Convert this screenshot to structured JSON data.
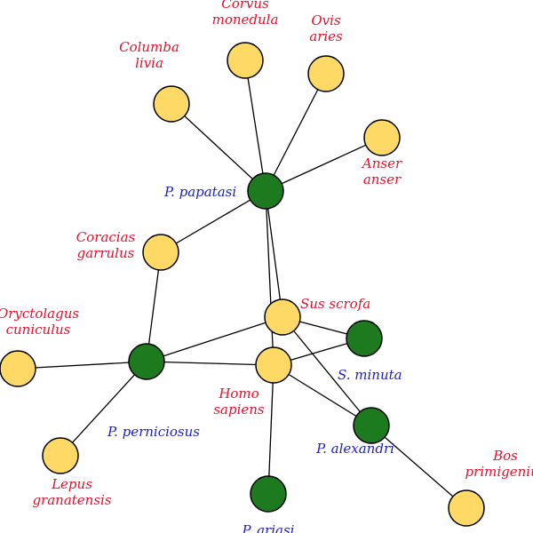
{
  "colors": {
    "host_fill": "#ffd966",
    "vector_fill": "#1e7a1e",
    "host_label": "#e8112d",
    "vector_label": "#1f22c9",
    "edge": "#000000"
  },
  "nodes": {
    "corvus": {
      "type": "host",
      "lines": [
        "Corvus",
        "monedula"
      ]
    },
    "ovis": {
      "type": "host",
      "lines": [
        "Ovis",
        "aries"
      ]
    },
    "columba": {
      "type": "host",
      "lines": [
        "Columba",
        "livia"
      ]
    },
    "anser": {
      "type": "host",
      "lines": [
        "Anser",
        "anser"
      ]
    },
    "papatasi": {
      "type": "vector",
      "lines": [
        "P. papatasi"
      ]
    },
    "coracias": {
      "type": "host",
      "lines": [
        "Coracias",
        "garrulus"
      ]
    },
    "sus": {
      "type": "host",
      "lines": [
        "Sus scrofa"
      ]
    },
    "oryctolagus": {
      "type": "host",
      "lines": [
        "Oryctolagus",
        "cuniculus"
      ]
    },
    "perniciosus": {
      "type": "vector",
      "lines": [
        "P. perniciosus"
      ]
    },
    "homo": {
      "type": "host",
      "lines": [
        "Homo",
        "sapiens"
      ]
    },
    "sminuta": {
      "type": "vector",
      "lines": [
        "S. minuta"
      ]
    },
    "alexandri": {
      "type": "vector",
      "lines": [
        "P. alexandri"
      ]
    },
    "lepus": {
      "type": "host",
      "lines": [
        "Lepus",
        "granatensis"
      ]
    },
    "bos": {
      "type": "host",
      "lines": [
        "Bos",
        "primigenius"
      ]
    },
    "ariasi": {
      "type": "vector",
      "lines": [
        "P. ariasi"
      ]
    }
  },
  "edges": [
    [
      "papatasi",
      "corvus"
    ],
    [
      "papatasi",
      "ovis"
    ],
    [
      "papatasi",
      "columba"
    ],
    [
      "papatasi",
      "anser"
    ],
    [
      "papatasi",
      "coracias"
    ],
    [
      "papatasi",
      "sus"
    ],
    [
      "papatasi",
      "homo"
    ],
    [
      "coracias",
      "perniciosus"
    ],
    [
      "perniciosus",
      "oryctolagus"
    ],
    [
      "perniciosus",
      "lepus"
    ],
    [
      "perniciosus",
      "sus"
    ],
    [
      "perniciosus",
      "homo"
    ],
    [
      "sus",
      "sminuta"
    ],
    [
      "homo",
      "sminuta"
    ],
    [
      "sus",
      "alexandri"
    ],
    [
      "homo",
      "alexandri"
    ],
    [
      "alexandri",
      "bos"
    ],
    [
      "homo",
      "ariasi"
    ]
  ]
}
